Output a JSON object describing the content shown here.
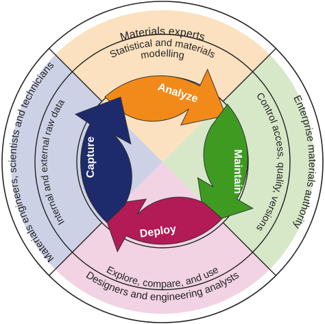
{
  "outer_ring": {
    "top": "Materials experts",
    "right": "Enterprise materials authority",
    "bottom": "Designers and engineering analysts",
    "left": "Materials engineers, scientists and technicians"
  },
  "inner_ring": {
    "top_line1": "Statistical and materials",
    "top_line2": "modelling",
    "right": "Control access, quality, versions",
    "bottom": "Explore, compare, and use",
    "left": "Internal and external raw data"
  },
  "cycle": {
    "top": "Analyze",
    "right": "Maintain",
    "bottom": "Deploy",
    "left": "Capture"
  },
  "colors": {
    "top_quadrant": "#fbe1bf",
    "right_quadrant": "#d7e8c8",
    "bottom_quadrant": "#f2d3e3",
    "left_quadrant": "#cdd1e6",
    "analyze": "#f28a1a",
    "maintain": "#3f9a22",
    "deploy": "#b21b55",
    "capture": "#1d2a6b"
  }
}
